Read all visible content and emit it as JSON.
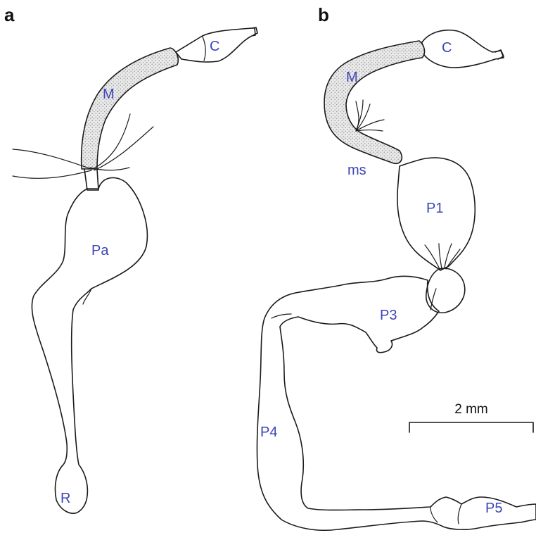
{
  "panels": [
    {
      "letter": "a",
      "labels": {
        "crop": "C",
        "midgut": "M",
        "paunch": "Pa",
        "rectum": "R"
      }
    },
    {
      "letter": "b",
      "labels": {
        "crop": "C",
        "midgut": "M",
        "mixed_segment": "ms",
        "p1": "P1",
        "p3": "P3",
        "p4": "P4",
        "p5": "P5"
      }
    }
  ],
  "scale_bar": {
    "label": "2 mm"
  },
  "colors": {
    "label": "#3d44b8",
    "outline": "#1a1a1a",
    "stipple": "#8a8a8a"
  }
}
